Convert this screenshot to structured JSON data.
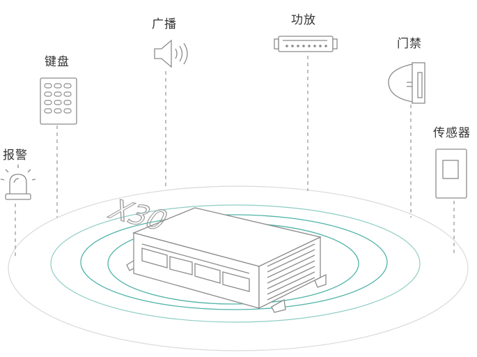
{
  "diagram": {
    "center_device": {
      "model_text": "X30",
      "ring_colors": {
        "outer": "#d9d9d9",
        "middle": "#8dccc4",
        "inner": "#4fb3a8"
      }
    },
    "peripherals": [
      {
        "id": "alarm",
        "label": "报警",
        "icon": "siren-icon"
      },
      {
        "id": "keypad",
        "label": "键盘",
        "icon": "keypad-icon"
      },
      {
        "id": "speaker",
        "label": "广播",
        "icon": "speaker-icon"
      },
      {
        "id": "amp",
        "label": "功放",
        "icon": "amplifier-icon"
      },
      {
        "id": "door",
        "label": "门禁",
        "icon": "door-lock-icon"
      },
      {
        "id": "sensor",
        "label": "传感器",
        "icon": "sensor-panel-icon"
      }
    ]
  }
}
